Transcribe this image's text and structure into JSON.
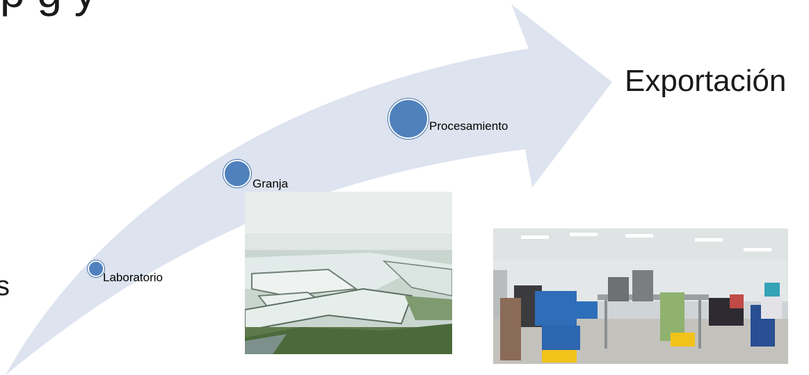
{
  "heading_fragment": "p  g       y",
  "left_fragment": "s",
  "stages": [
    {
      "id": "laboratorio",
      "label": "Laboratorio"
    },
    {
      "id": "granja",
      "label": "Granja"
    },
    {
      "id": "procesamiento",
      "label": "Procesamiento"
    }
  ],
  "final_stage": {
    "label": "Exportación"
  },
  "colors": {
    "arrow_fill": "#dde3ef",
    "node_fill": "#4f81bd"
  },
  "images": [
    {
      "name": "shrimp-farm-aerial-photo"
    },
    {
      "name": "processing-plant-photo"
    }
  ]
}
